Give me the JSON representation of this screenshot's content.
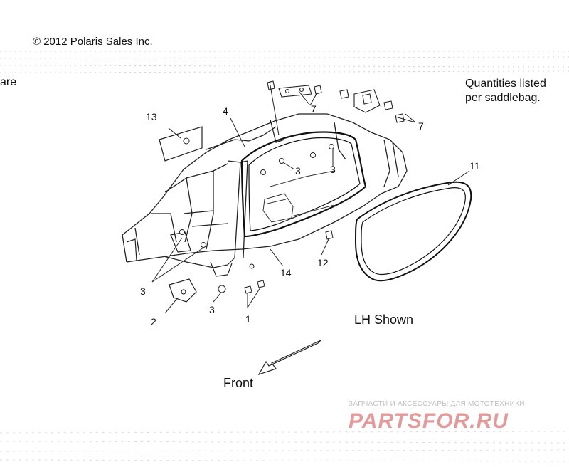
{
  "header": {
    "copyright": "© 2012 Polaris Sales Inc.",
    "cut_text": "are",
    "note_lines": [
      "Quantities listed",
      "per saddlebag."
    ]
  },
  "labels": {
    "lh_shown": "LH Shown",
    "front": "Front"
  },
  "callouts": {
    "c1": "1",
    "c2": "2",
    "c3a": "3",
    "c3b": "3",
    "c3c": "3",
    "c3d": "3",
    "c4": "4",
    "c7a": "7",
    "c7b": "7",
    "c11": "11",
    "c12": "12",
    "c13": "13",
    "c14": "14"
  },
  "watermark": {
    "subtitle": "ЗАПЧАСТИ И АКСЕССУАРЫ ДЛЯ МОТОТЕХНИКИ",
    "brand": "PARTSFOR.RU"
  }
}
